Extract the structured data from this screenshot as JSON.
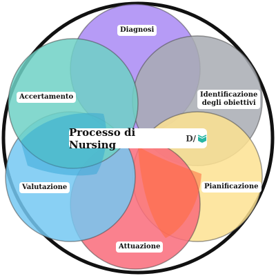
{
  "diagram": {
    "center_title": "Processo di Nursing",
    "brand_mark": "D/",
    "stages": [
      {
        "id": "diagnosi",
        "label": [
          "Diagnosi"
        ],
        "color": "#a989f5"
      },
      {
        "id": "identificazione",
        "label": [
          "Identificazione",
          "degli obiettivi"
        ],
        "color": "#a8acb3"
      },
      {
        "id": "pianificazione",
        "label": [
          "Pianificazione"
        ],
        "color": "#fde292"
      },
      {
        "id": "attuazione",
        "label": [
          "Attuazione"
        ],
        "color": "#f96b7a"
      },
      {
        "id": "valutazione",
        "label": [
          "Valutazione"
        ],
        "color": "#74c8f2"
      },
      {
        "id": "accertamento",
        "label": [
          "Accertamento"
        ],
        "color": "#6fd1c5"
      }
    ],
    "accent_colors": {
      "outer_ring": "#111111",
      "overlap_orange": "#ff6a3d",
      "overlap_blue": "#2aa2d3",
      "logo_teal": "#29b6a3"
    }
  }
}
